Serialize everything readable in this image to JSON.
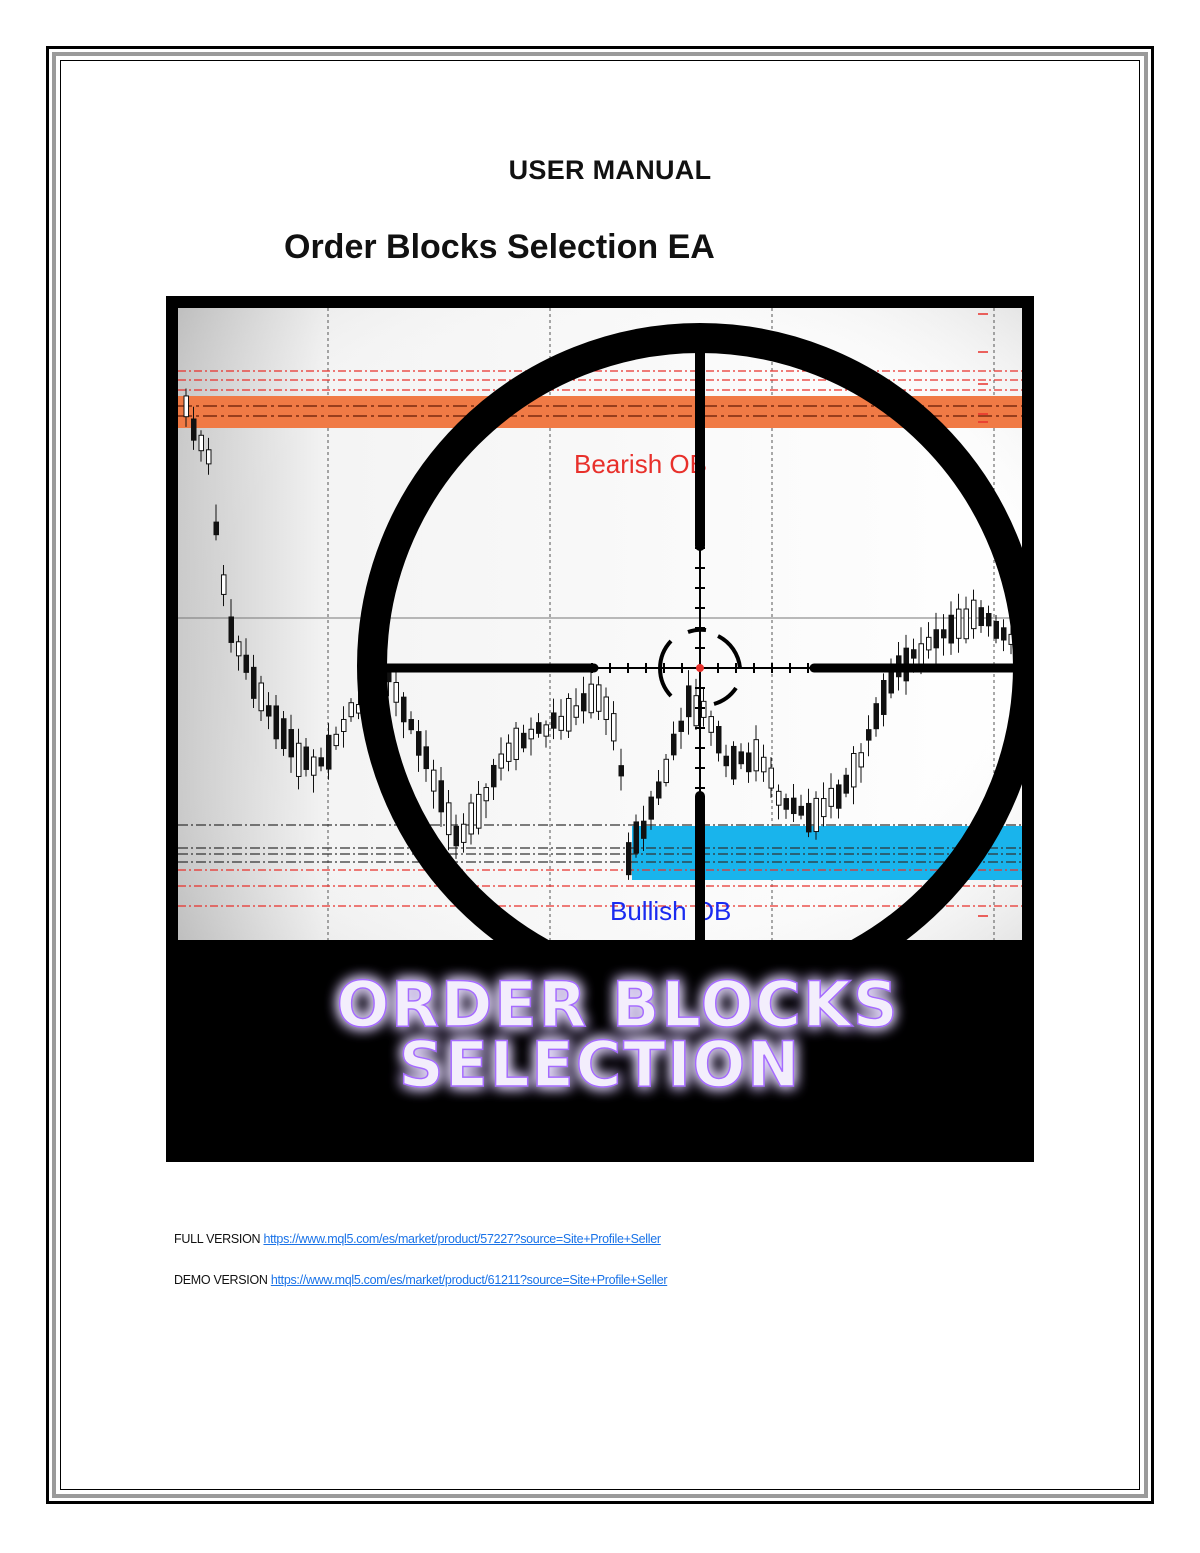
{
  "document": {
    "label": "USER MANUAL",
    "title": "Order Blocks Selection EA"
  },
  "cover_image": {
    "bearish_label": "Bearish OB",
    "bullish_label": "Bullish OB",
    "banner_line1": "ORDER BLOCKS",
    "banner_line2": "SELECTION",
    "colors": {
      "bearish_zone": "#f07a45",
      "bullish_zone": "#19b4ec",
      "bearish_text": "#e8302b",
      "bullish_text": "#1a2bf0",
      "banner_glow": "#9b5cff"
    }
  },
  "links": {
    "full_label": "FULL VERSION",
    "full_url": "https://www.mql5.com/es/market/product/57227?source=Site+Profile+Seller",
    "demo_label": "DEMO VERSION",
    "demo_url": "https://www.mql5.com/es/market/product/61211?source=Site+Profile+Seller"
  }
}
